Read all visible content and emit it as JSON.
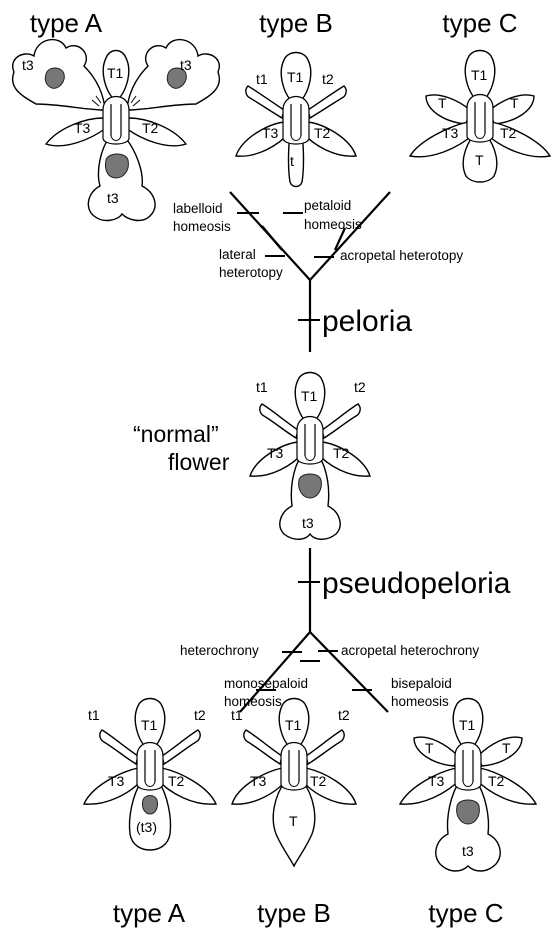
{
  "top_row": {
    "type_a": {
      "title": "type A",
      "tepals": [
        "t3",
        "t3",
        "T1",
        "T3",
        "T2",
        "t3"
      ]
    },
    "type_b": {
      "title": "type B",
      "tepals": [
        "t1",
        "T1",
        "t2",
        "T3",
        "T2",
        "t"
      ]
    },
    "type_c": {
      "title": "type C",
      "tepals": [
        "T1",
        "T",
        "T",
        "T3",
        "T2",
        "T"
      ]
    }
  },
  "peloria": {
    "branch_labels": [
      "labelloid",
      "homeosis",
      "petaloid",
      "homeosis",
      "lateral",
      "heterotopy",
      "acropetal heterotopy"
    ],
    "title": "peloria"
  },
  "normal": {
    "caption": [
      "“normal”",
      "flower"
    ],
    "tepals": [
      "t1",
      "T1",
      "t2",
      "T3",
      "T2",
      "t3"
    ]
  },
  "pseudopeloria": {
    "title": "pseudopeloria",
    "branch_labels": [
      "heterochrony",
      "acropetal heterochrony",
      "monosepaloid",
      "homeosis",
      "bisepaloid",
      "homeosis"
    ]
  },
  "bottom_row": {
    "type_a": {
      "title": "type A",
      "tepals": [
        "t1",
        "T1",
        "t2",
        "T3",
        "T2",
        "(t3)"
      ]
    },
    "type_b": {
      "title": "type B",
      "tepals": [
        "t1",
        "T1",
        "t2",
        "T3",
        "T2",
        "T"
      ]
    },
    "type_c": {
      "title": "type C",
      "tepals": [
        "T1",
        "T",
        "T",
        "T3",
        "T2",
        "t3"
      ]
    }
  }
}
